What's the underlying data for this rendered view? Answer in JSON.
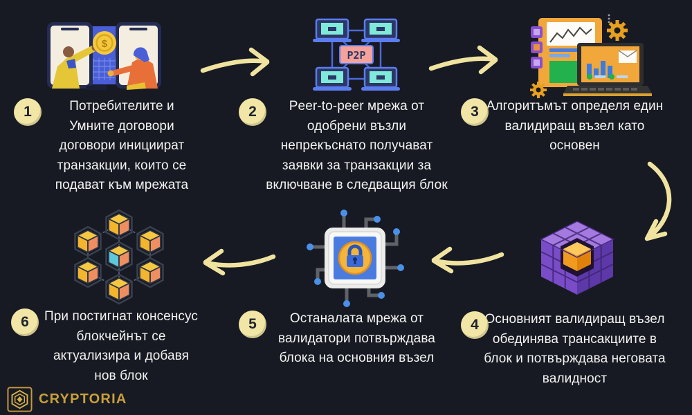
{
  "page": {
    "type": "blockchain-process-infographic",
    "language": "bg",
    "background": "#171a23"
  },
  "colors": {
    "background": "#171a23",
    "arrow_cream": "#f0e3a0",
    "badge_fill": "#f1e6a6",
    "badge_text": "#20242e",
    "body_text": "#f3f3f1",
    "logo_gold": "#c9a03a",
    "p2p_box": "#f4a29a",
    "network_blue": "#5b7df0",
    "screen_teal": "#7fe9da",
    "cube_purple": "#7a4cc8",
    "cube_orange": "#f09b20"
  },
  "steps": [
    {
      "number": "1",
      "icon": "phones-payment-illustration",
      "text": "Потребителите и Умните договори договори инициират транзакции, които се подават към мрежата"
    },
    {
      "number": "2",
      "icon": "p2p-network-illustration",
      "text": "Peer-to-peer мрежа от одобрени възли непрекъснато получават заявки за транзакции за включване в следващия блок"
    },
    {
      "number": "3",
      "icon": "algorithm-analytics-illustration",
      "text": "Алгоритъмът определя един валидиращ възел като основен"
    },
    {
      "number": "4",
      "icon": "block-cube-illustration",
      "text": "Основният валидиращ възел обединява трансакциите в блок и потвърждава неговата валидност"
    },
    {
      "number": "5",
      "icon": "security-chip-illustration",
      "text": "Останалата мрежа от валидатори потвърждава блока на основния възел"
    },
    {
      "number": "6",
      "icon": "consensus-cubes-illustration",
      "text": "При постигнат консенсус блокчейнът се актуализира и добавя нов блок"
    }
  ],
  "labels": {
    "p2p": "P2P",
    "coin_symbol": "$"
  },
  "arrows": [
    {
      "name": "arrow-step1-to-step2",
      "direction": "right"
    },
    {
      "name": "arrow-step2-to-step3",
      "direction": "right"
    },
    {
      "name": "arrow-step3-to-step4",
      "direction": "curve-down-left"
    },
    {
      "name": "arrow-step4-to-step5",
      "direction": "left"
    },
    {
      "name": "arrow-step5-to-step6",
      "direction": "left"
    }
  ],
  "logo": {
    "text": "CRYPTORIA",
    "icon": "hexagon-crest-icon"
  }
}
